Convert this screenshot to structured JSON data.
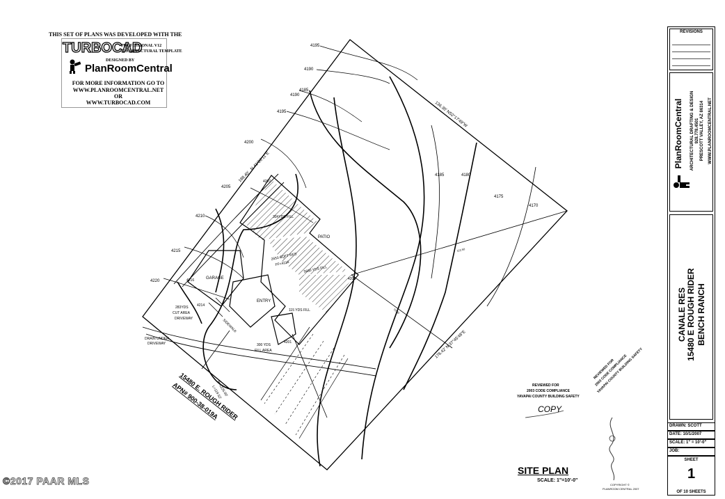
{
  "credit_box": {
    "line1": "THIS SET OF PLANS WAS DEVELOPED WITH THE",
    "turbocad_logo": "TURBOCAD",
    "turbocad_sub1": "PROFESSIONAL V12",
    "turbocad_sub2": "ARCHITECTURAL TEMPLATE",
    "designed_by": "DESIGNED BY",
    "planroom_logo": "PlanRoomCentral",
    "info1": "FOR MORE INFORMATION GO TO",
    "info2": "WWW.PLANROOMCENTRAL.NET",
    "info3": "OR",
    "info4": "WWW.TURBOCAD.COM"
  },
  "site": {
    "contours": [
      "4195",
      "4190",
      "4185",
      "4190",
      "4195",
      "4200",
      "4205",
      "4210",
      "4215",
      "4220",
      "4185",
      "4180",
      "4175",
      "4170"
    ],
    "bearing_top": "136.30' N52°17'49\"W",
    "bearing_left": "N 41°20'11\"E",
    "bearing_left_dist": "188.40'",
    "bearing_bottom": "176.42' N 37°45'48\"E",
    "patio": "PATIO",
    "garage": "GARAGE",
    "entry": "ENTRY",
    "sidewalk": "SIDEWALK",
    "fill_top": "30#YDS FILL",
    "res_label": "2653 SQFT RES",
    "ff_label": "FF=4216",
    "fill_mid": "5680 YDS FILL",
    "fill_small": "115 YDS FILL",
    "cut_area1": "283YDS",
    "cut_area2": "CUT AREA",
    "cut_area3": "DRIVEWAY",
    "fill_area1": "300 YDS",
    "fill_area2": "FILL AREA",
    "drain1": "DRAIN UNDER",
    "drain2": "DRIVEWAY",
    "elev_4216": "4216",
    "elev_4214": "4214",
    "elev_4207": "4207",
    "elev_4205": "4205",
    "elev_4201": "4201",
    "curve_r": "R=1225.00'",
    "curve_l": "L=119.52'",
    "address": "15480 E. ROUGH RIDER",
    "apn": "APN# 900-38-019A",
    "dist_112": "112.50",
    "dist_70": "70.30"
  },
  "stamps": {
    "stamp1_line1": "REVIEWED FOR",
    "stamp1_line2": "2003 CODE COMPLIANCE",
    "stamp1_line3": "YAVAPAI COUNTY BUILDING SAFETY",
    "copy": "COPY",
    "stamp2_line1": "REVIEWED FOR",
    "stamp2_line2": "2003 CODE COMPLIANCE",
    "stamp2_line3": "YAVAPAI COUNTY BUILDING SAFETY"
  },
  "site_plan_title": "SITE PLAN",
  "site_plan_scale": "SCALE: 1\"=10'-0\"",
  "copyright_line1": "COPYRIGHT ©",
  "copyright_line2": "PLANROOM CENTRAL 2007",
  "watermark": "©2017 PAAR MLS",
  "title_block": {
    "revisions": "REVISIONS",
    "company": "PlanRoomCentral",
    "company_sub1": "ARCHITECTURAL DRAFTING & DESIGN",
    "company_sub2": "928.778.4501",
    "company_sub3": "PRESCOTT VALLEY, AZ 86314",
    "company_web": "WWW.PLANROOMCENTRAL.NET",
    "project1": "CANALE RES",
    "project2": "15480 E ROUGH RIDER",
    "project3": "BENCH RANCH",
    "drawn": "DRAWN: SCOTT",
    "date": "DATE: 10/1/2007",
    "scale": "SCALE:  1\" = 10'-0\"",
    "job": "JOB:",
    "sheet_label": "SHEET",
    "sheet_num": "1",
    "sheet_of": "OF 10 SHEETS"
  }
}
